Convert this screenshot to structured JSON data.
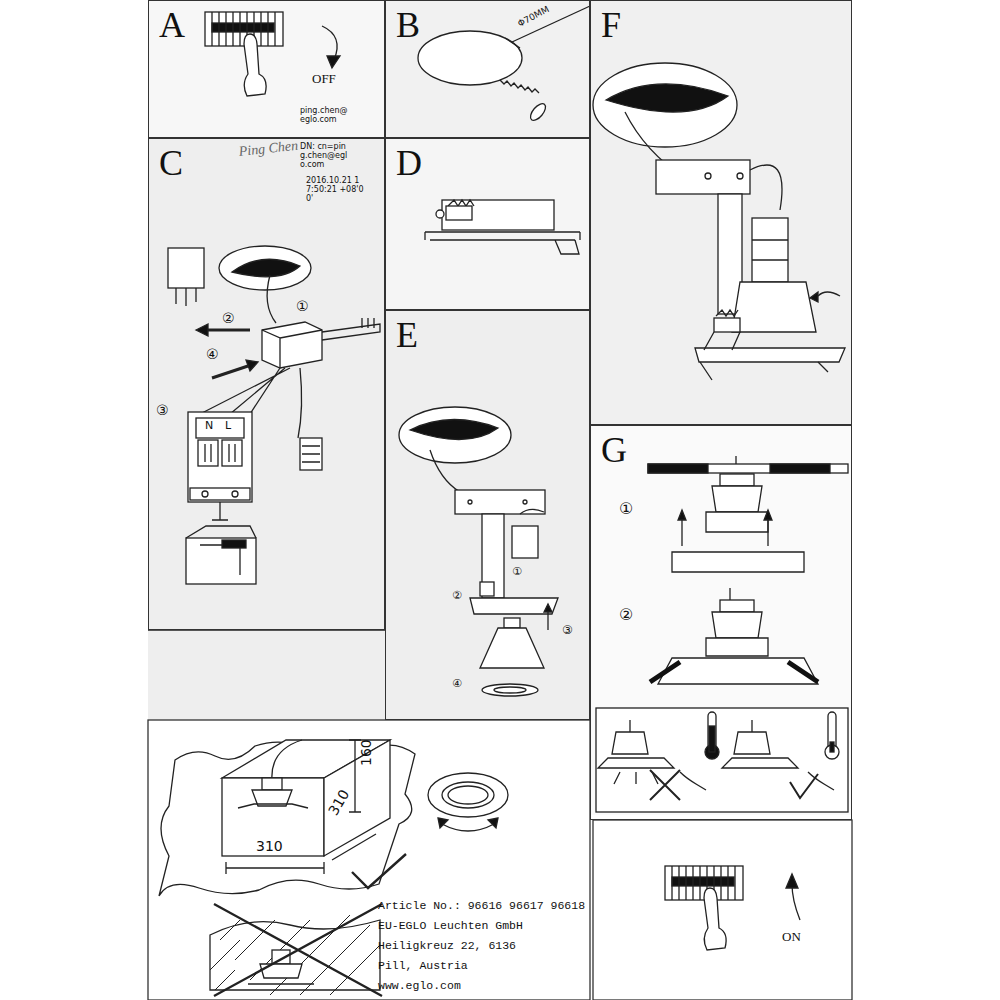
{
  "diagram": {
    "nodes": [
      {
        "text": [
          "A"
        ]
      },
      {
        "text": [
          "B"
        ]
      },
      {
        "text": [
          "F"
        ]
      },
      {
        "text": [
          "C"
        ]
      },
      {
        "text": [
          "D"
        ]
      },
      {
        "text": [
          "E"
        ]
      },
      {
        "text": [
          "G"
        ]
      }
    ],
    "labels": [
      "OFF",
      "Φ70MM",
      "ping.chen@eglo.com",
      "DN: cn=ping.chen@eglo.com",
      "2016.10.21 17:50:21 +08'00'",
      "Ping Chen",
      "①",
      "②",
      "③",
      "④",
      "N",
      "L",
      "①",
      "②",
      "③",
      "④",
      "①",
      "②",
      "160",
      "310",
      "310",
      "Article No.: 96616 96617 96618",
      "EU-EGLO Leuchten GmbH",
      "Heiligkreuz 22, 6136",
      "Pill, Austria",
      "www.eglo.com",
      "ON"
    ]
  }
}
